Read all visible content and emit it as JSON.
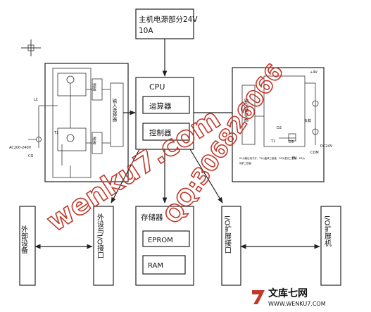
{
  "power": {
    "line1": "主机电源部分24V",
    "line2": "10A"
  },
  "cpu": {
    "title": "CPU",
    "alu": "运算器",
    "controller": "控制器"
  },
  "input_unit": {
    "filter_top": "滤波",
    "filter_bottom": "滤波",
    "buffer": "输入选择器",
    "ac_label": "AC200-240V",
    "left_labels": [
      "LC",
      "T1",
      "CO"
    ]
  },
  "output_unit": {
    "buffer": "输出锁存器",
    "small_text": [
      "KC为输出电子灯，T1为晶体三极管，D2为发光二极管，D3为",
      "保护二极管"
    ],
    "labels": [
      "+4V",
      "负载",
      "DC24V",
      "COM",
      "FU",
      "D3",
      "T1",
      "D2"
    ]
  },
  "peripheral_devices": "外部设备",
  "peripheral_interface": "外设与I/O接口",
  "memory": {
    "title": "存储器",
    "eprom": "EPROM",
    "ram": "RAM"
  },
  "io_interface": "I/O扩展接口",
  "io_expander": "I/O扩展机",
  "watermark": {
    "main": "wenku7.com",
    "qq": "QQ:306826066"
  },
  "logo": {
    "cn": "文库七网",
    "url": "WWW.WENKU7.COM"
  }
}
